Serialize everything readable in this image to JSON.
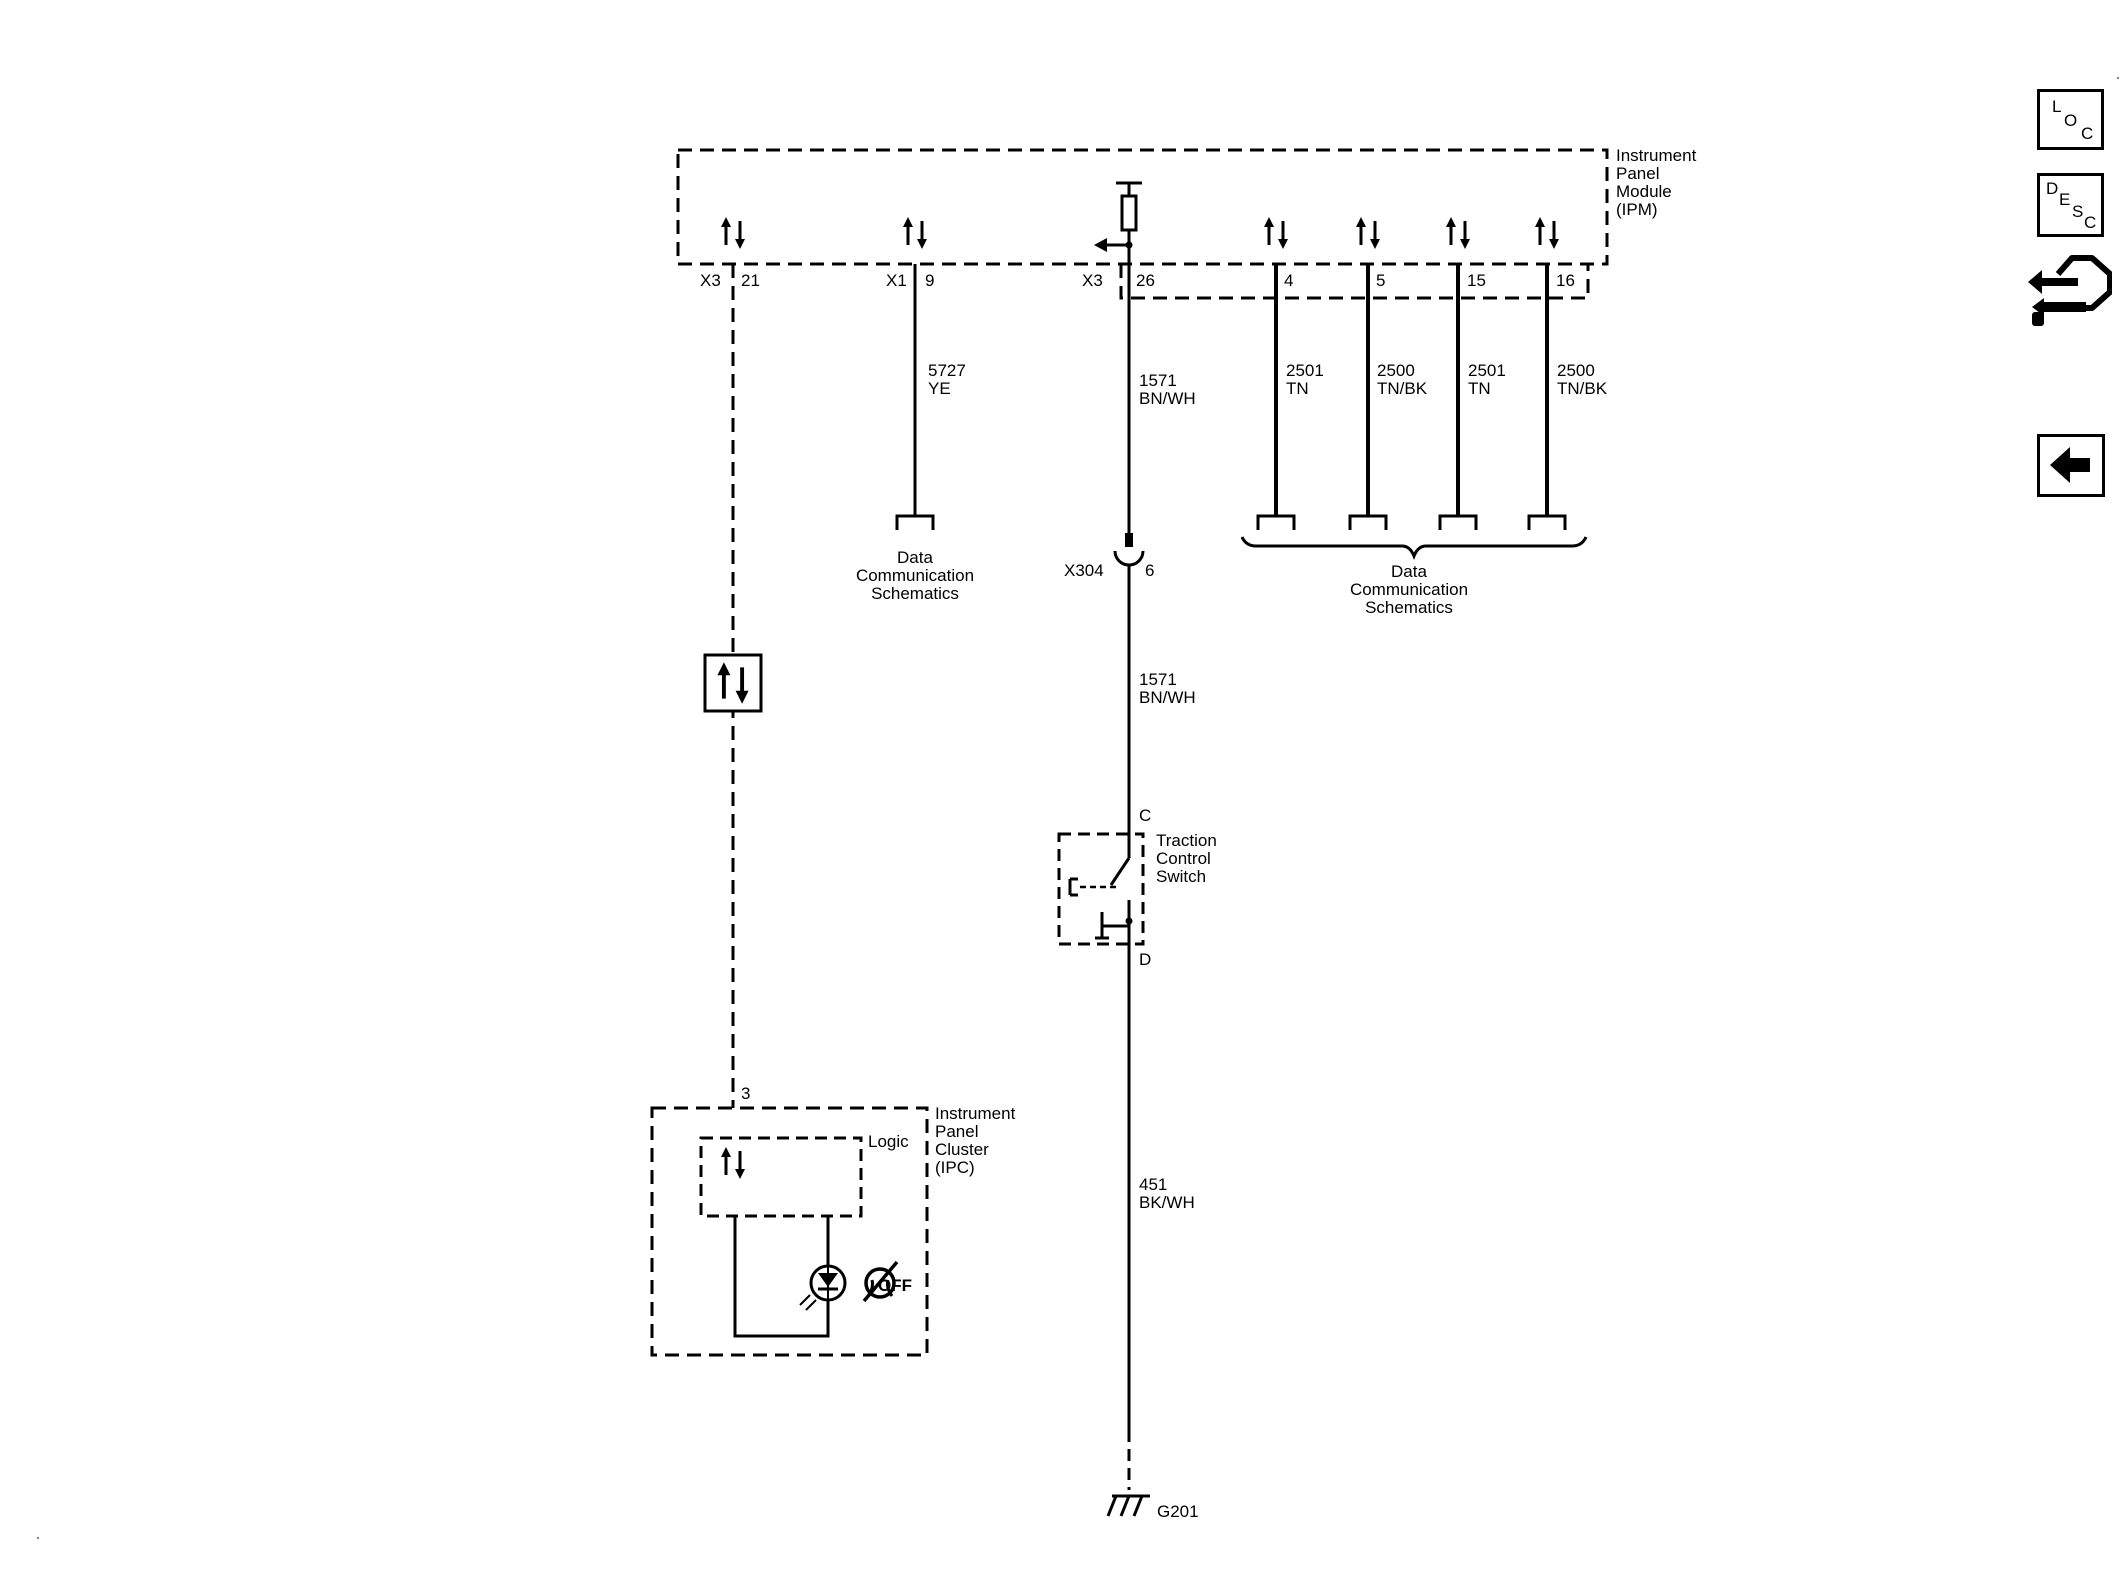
{
  "components": {
    "ipm": {
      "name_lines": [
        "Instrument",
        "Panel",
        "Module",
        "(IPM)"
      ]
    },
    "ipc": {
      "name_lines": [
        "Instrument",
        "Panel",
        "Cluster",
        "(IPC)"
      ],
      "logic_label": "Logic"
    },
    "traction_switch": {
      "name_lines": [
        "Traction",
        "Control",
        "Switch"
      ],
      "pin_top": "C",
      "pin_bottom": "D"
    }
  },
  "ipm_pins": [
    {
      "connector": "X3",
      "pin": "21"
    },
    {
      "connector": "X1",
      "pin": "9"
    },
    {
      "connector": "X3",
      "pin": "26"
    },
    {
      "pin": "4"
    },
    {
      "pin": "5"
    },
    {
      "pin": "15"
    },
    {
      "pin": "16"
    }
  ],
  "wires": [
    {
      "circuit": "5727",
      "color": "YE"
    },
    {
      "circuit": "1571",
      "color": "BN/WH"
    },
    {
      "circuit": "2501",
      "color": "TN"
    },
    {
      "circuit": "2500",
      "color": "TN/BK"
    },
    {
      "circuit": "2501",
      "color": "TN"
    },
    {
      "circuit": "2500",
      "color": "TN/BK"
    },
    {
      "circuit": "1571",
      "color": "BN/WH"
    },
    {
      "circuit": "451",
      "color": "BK/WH"
    }
  ],
  "inline_connector": {
    "name": "X304",
    "pin": "6"
  },
  "ipc_pin": "3",
  "ground": "G201",
  "references": {
    "left_lines": [
      "Data",
      "Communication",
      "Schematics"
    ],
    "right_lines": [
      "Data",
      "Communication",
      "Schematics"
    ]
  },
  "nav": {
    "loc": [
      "L",
      "O",
      "C"
    ],
    "desc": [
      "D",
      "E",
      "S",
      "C"
    ],
    "connector_icon": "connector-end-view-icon",
    "back_icon": "back-arrow-icon"
  }
}
